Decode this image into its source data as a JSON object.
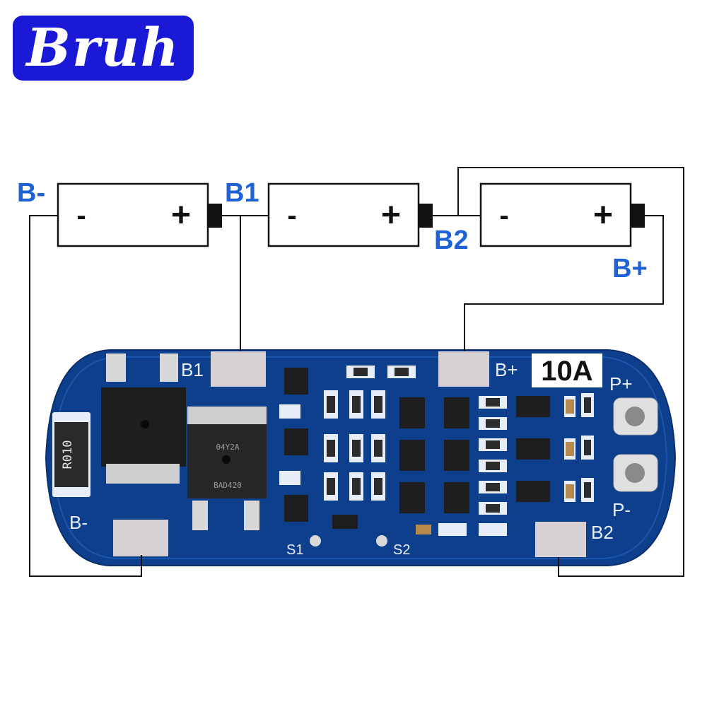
{
  "logo": {
    "text": "Bruh",
    "bg_color": "#1a1ad6",
    "text_color": "#ffffff"
  },
  "colors": {
    "label_blue": "#1f62d6",
    "pcb_blue": "#0d3f8c",
    "pcb_silk": "#e8eef8",
    "pad": "#d6d0d3",
    "wire": "#111111"
  },
  "cells": [
    {
      "minus": "-",
      "plus": "+"
    },
    {
      "minus": "-",
      "plus": "+"
    },
    {
      "minus": "-",
      "plus": "+"
    }
  ],
  "wire_labels": {
    "b_minus": "B-",
    "b1": "B1",
    "b2": "B2",
    "b_plus": "B+"
  },
  "board": {
    "current_rating": "10A",
    "silk": {
      "b1": "B1",
      "b_plus": "B+",
      "b_minus": "B-",
      "b2": "B2",
      "p_plus": "P+",
      "p_minus": "P-",
      "s1": "S1",
      "s2": "S2"
    },
    "shunt_label": "R010",
    "mosfet_marking_1": "04Y2A",
    "mosfet_marking_2": "BAD420"
  }
}
